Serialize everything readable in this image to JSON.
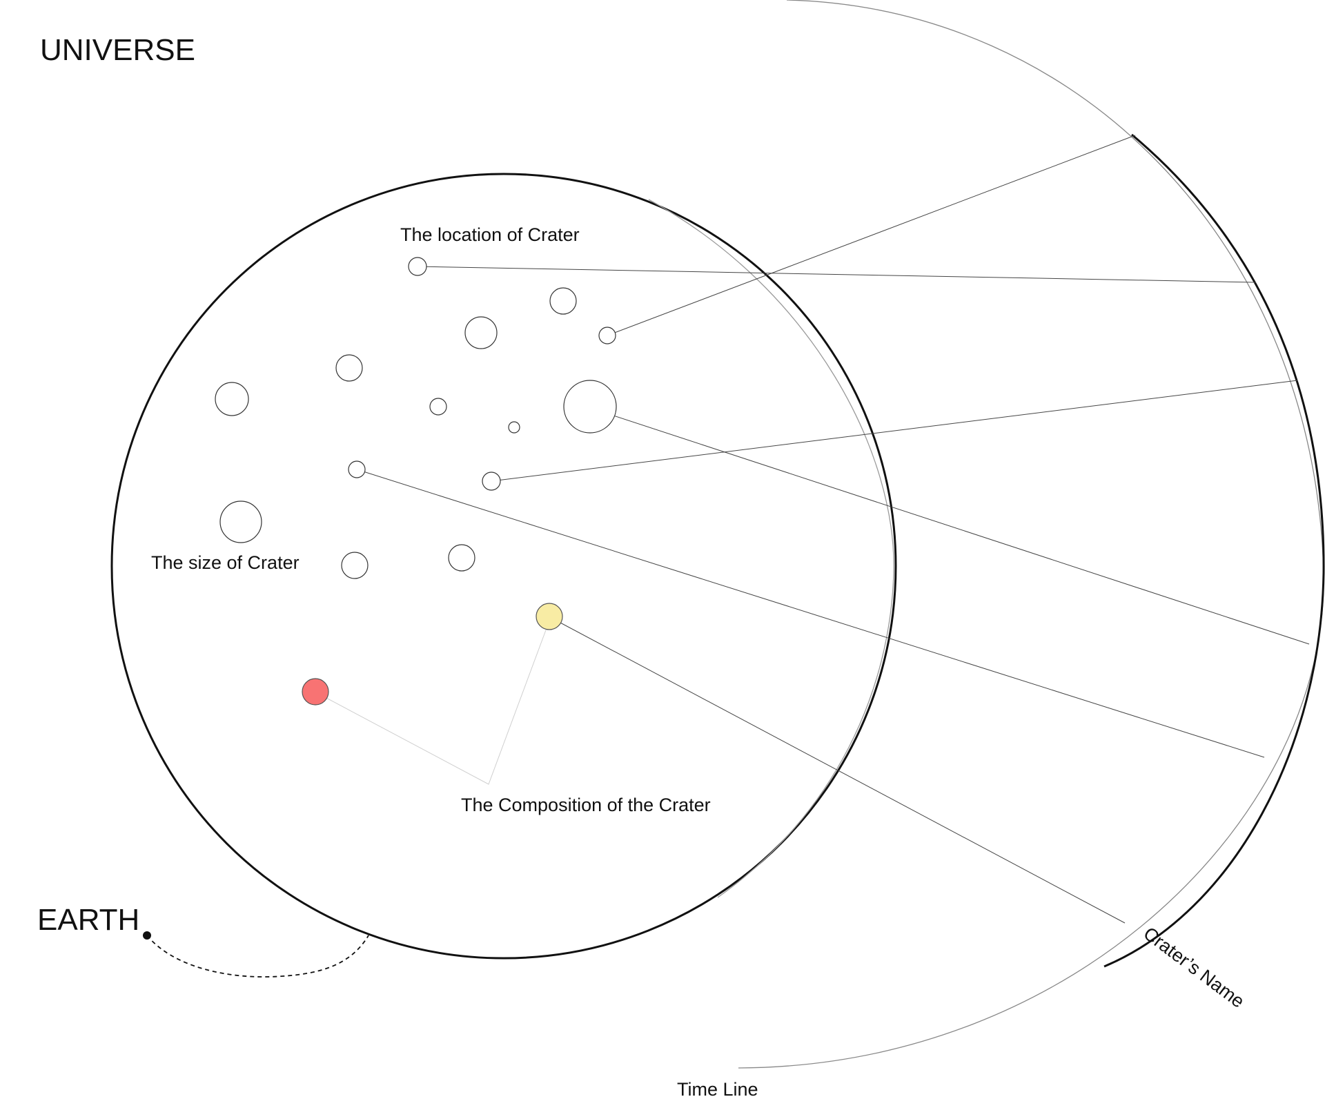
{
  "labels": {
    "universe": "UNIVERSE",
    "earth": "EARTH",
    "location": "The location of Crater",
    "size": "The size of Crater",
    "composition": "The Composition of the Crater",
    "name": "Crater’s Name",
    "timeline": "Time Line"
  },
  "colors": {
    "composition_red": "#f87373",
    "composition_yellow": "#f8eca4",
    "line": "#444444",
    "faint_line": "#cfcfcf"
  }
}
